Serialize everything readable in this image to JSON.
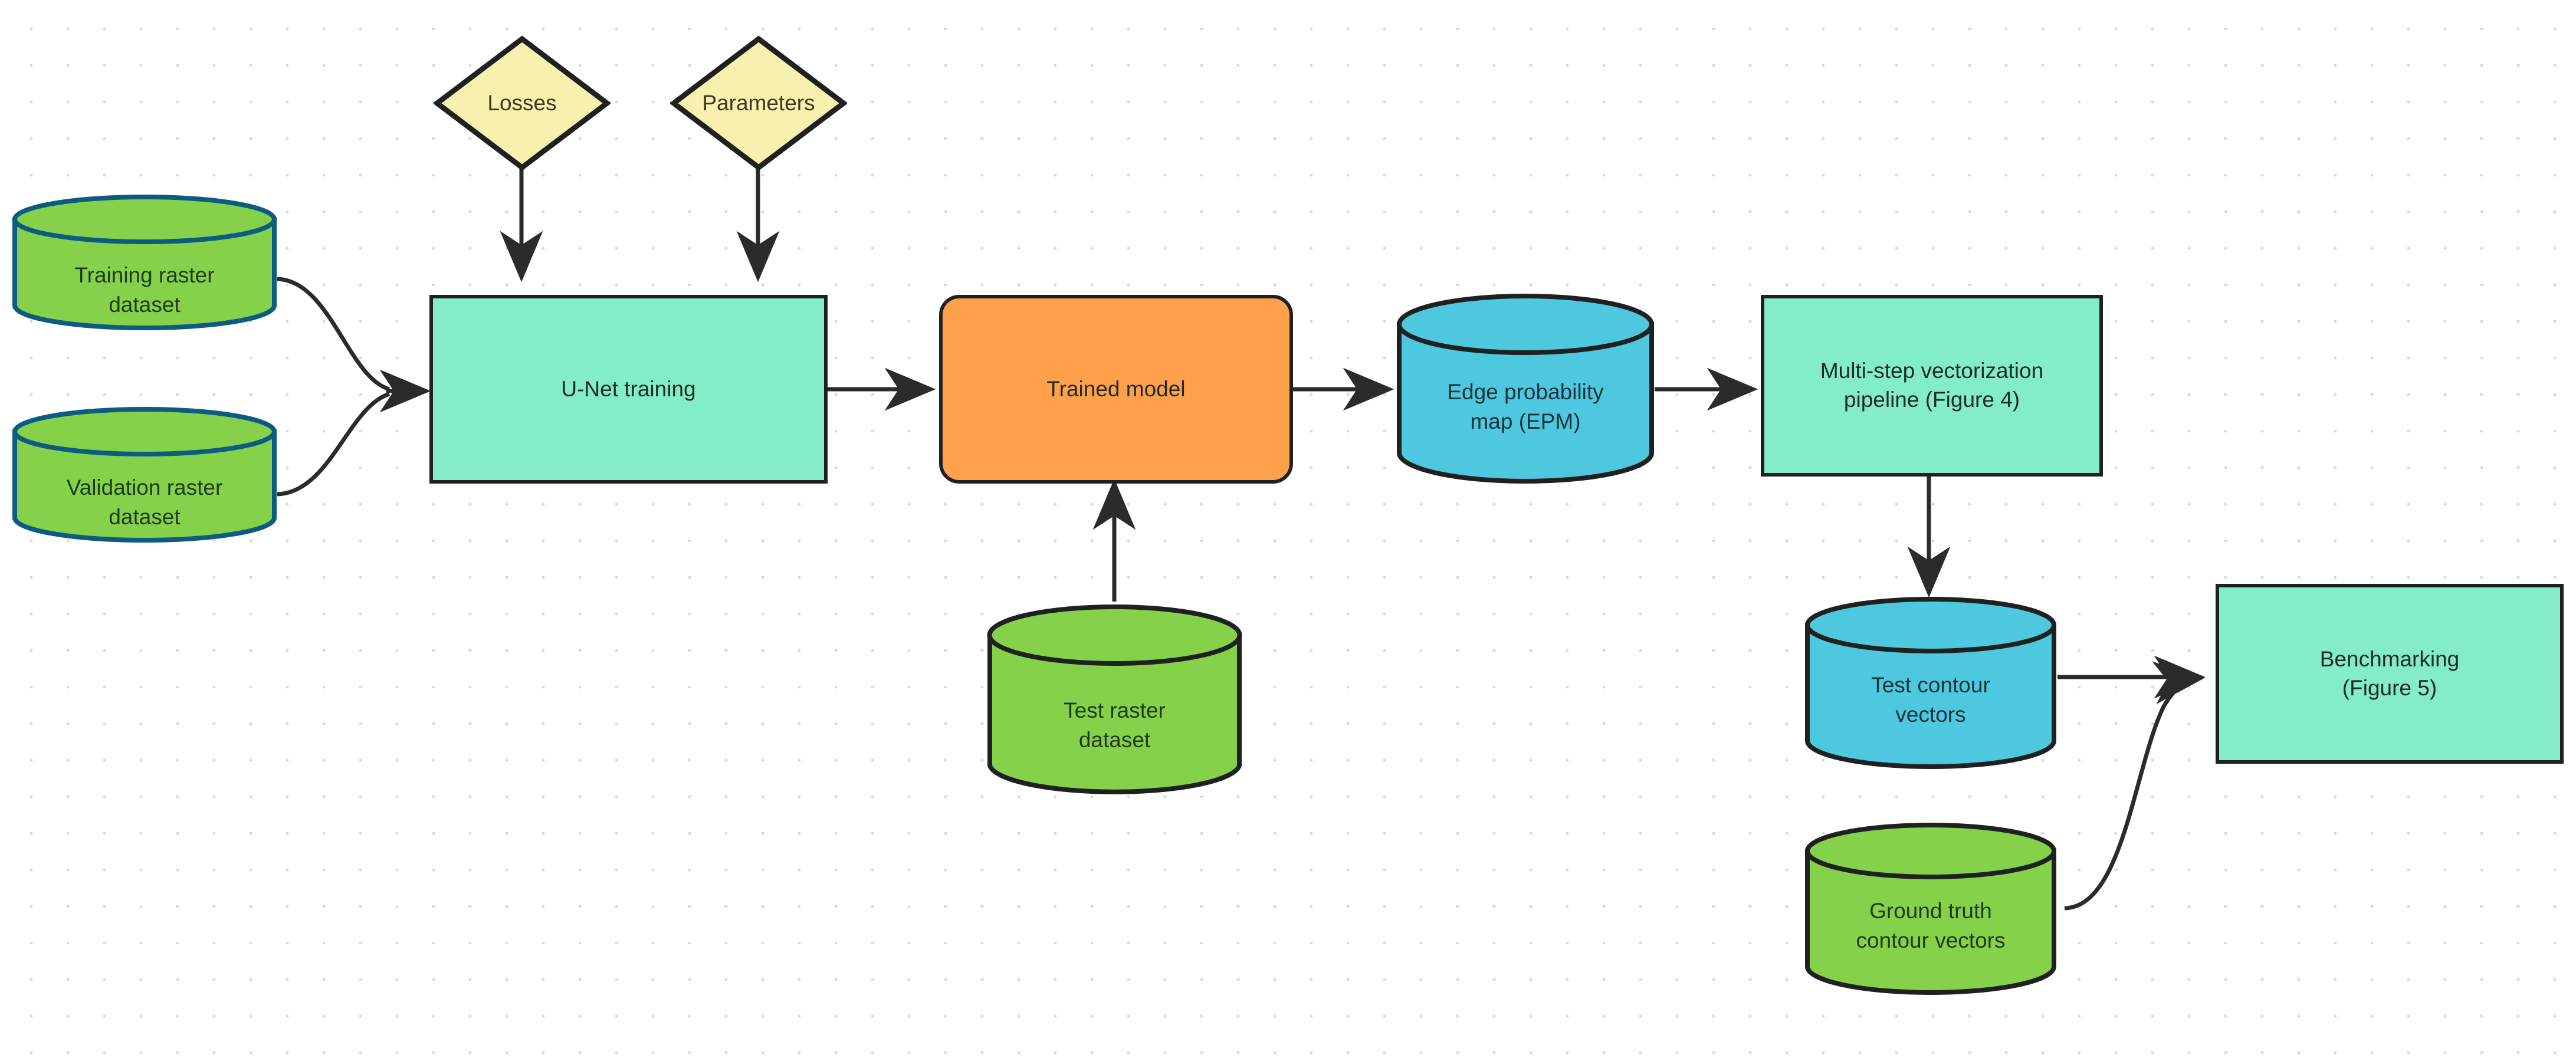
{
  "diagram": {
    "title": "U-Net training and vectorization benchmarking workflow",
    "background": "#ffffff",
    "grid_dot_color": "#d8d8d8",
    "edge_color": "#2b2b2b"
  },
  "palette": {
    "green_fill": "#85D24A",
    "green_stroke_blue": "#0E5B82",
    "green_stroke_dark": "#1f2120",
    "mint_fill": "#83EDC7",
    "orange_fill": "#FFA14A",
    "cyan_fill": "#4DC8DF",
    "yellow_fill": "#F7F0AE",
    "dark_stroke": "#1f2120"
  },
  "nodes": {
    "training_raster": {
      "label": "Training raster\ndataset",
      "shape": "cylinder",
      "fill": "#85D24A",
      "stroke": "#0E5B82"
    },
    "validation_raster": {
      "label": "Validation raster\ndataset",
      "shape": "cylinder",
      "fill": "#85D24A",
      "stroke": "#0E5B82"
    },
    "losses": {
      "label": "Losses",
      "shape": "diamond",
      "fill": "#F7F0AE",
      "stroke": "#1f2120"
    },
    "parameters": {
      "label": "Parameters",
      "shape": "diamond",
      "fill": "#F7F0AE",
      "stroke": "#1f2120"
    },
    "unet_training": {
      "label": "U-Net training",
      "shape": "rect",
      "fill": "#83EDC7",
      "stroke": "#1f2120"
    },
    "trained_model": {
      "label": "Trained model",
      "shape": "rounded-rect",
      "fill": "#FFA14A",
      "stroke": "#1f2120"
    },
    "test_raster": {
      "label": "Test raster\ndataset",
      "shape": "cylinder",
      "fill": "#85D24A",
      "stroke": "#1f2120"
    },
    "edge_probability_map": {
      "label": "Edge probability\nmap (EPM)",
      "shape": "cylinder",
      "fill": "#4DC8DF",
      "stroke": "#1f2120"
    },
    "vectorization_pipeline": {
      "label": "Multi-step vectorization\npipeline (Figure 4)",
      "shape": "rect",
      "fill": "#83EDC7",
      "stroke": "#1f2120"
    },
    "test_contour_vectors": {
      "label": "Test contour\nvectors",
      "shape": "cylinder",
      "fill": "#4DC8DF",
      "stroke": "#1f2120"
    },
    "ground_truth_contour_vectors": {
      "label": "Ground truth\ncontour vectors",
      "shape": "cylinder",
      "fill": "#85D24A",
      "stroke": "#1f2120"
    },
    "benchmarking": {
      "label": "Benchmarking\n(Figure 5)",
      "shape": "rect",
      "fill": "#83EDC7",
      "stroke": "#1f2120"
    }
  },
  "edges": [
    {
      "from": "training_raster",
      "to": "unet_training",
      "style": "curved",
      "arrow": true
    },
    {
      "from": "validation_raster",
      "to": "unet_training",
      "style": "curved",
      "arrow": true
    },
    {
      "from": "losses",
      "to": "unet_training",
      "style": "straight-down",
      "arrow": true
    },
    {
      "from": "parameters",
      "to": "unet_training",
      "style": "straight-down",
      "arrow": true
    },
    {
      "from": "unet_training",
      "to": "trained_model",
      "style": "straight-right",
      "arrow": true
    },
    {
      "from": "test_raster",
      "to": "trained_model",
      "style": "straight-up",
      "arrow": true
    },
    {
      "from": "trained_model",
      "to": "edge_probability_map",
      "style": "straight-right",
      "arrow": true
    },
    {
      "from": "edge_probability_map",
      "to": "vectorization_pipeline",
      "style": "straight-right",
      "arrow": true
    },
    {
      "from": "vectorization_pipeline",
      "to": "test_contour_vectors",
      "style": "straight-down",
      "arrow": true
    },
    {
      "from": "test_contour_vectors",
      "to": "benchmarking",
      "style": "straight-right",
      "arrow": true
    },
    {
      "from": "ground_truth_contour_vectors",
      "to": "benchmarking",
      "style": "curved",
      "arrow": true
    }
  ]
}
